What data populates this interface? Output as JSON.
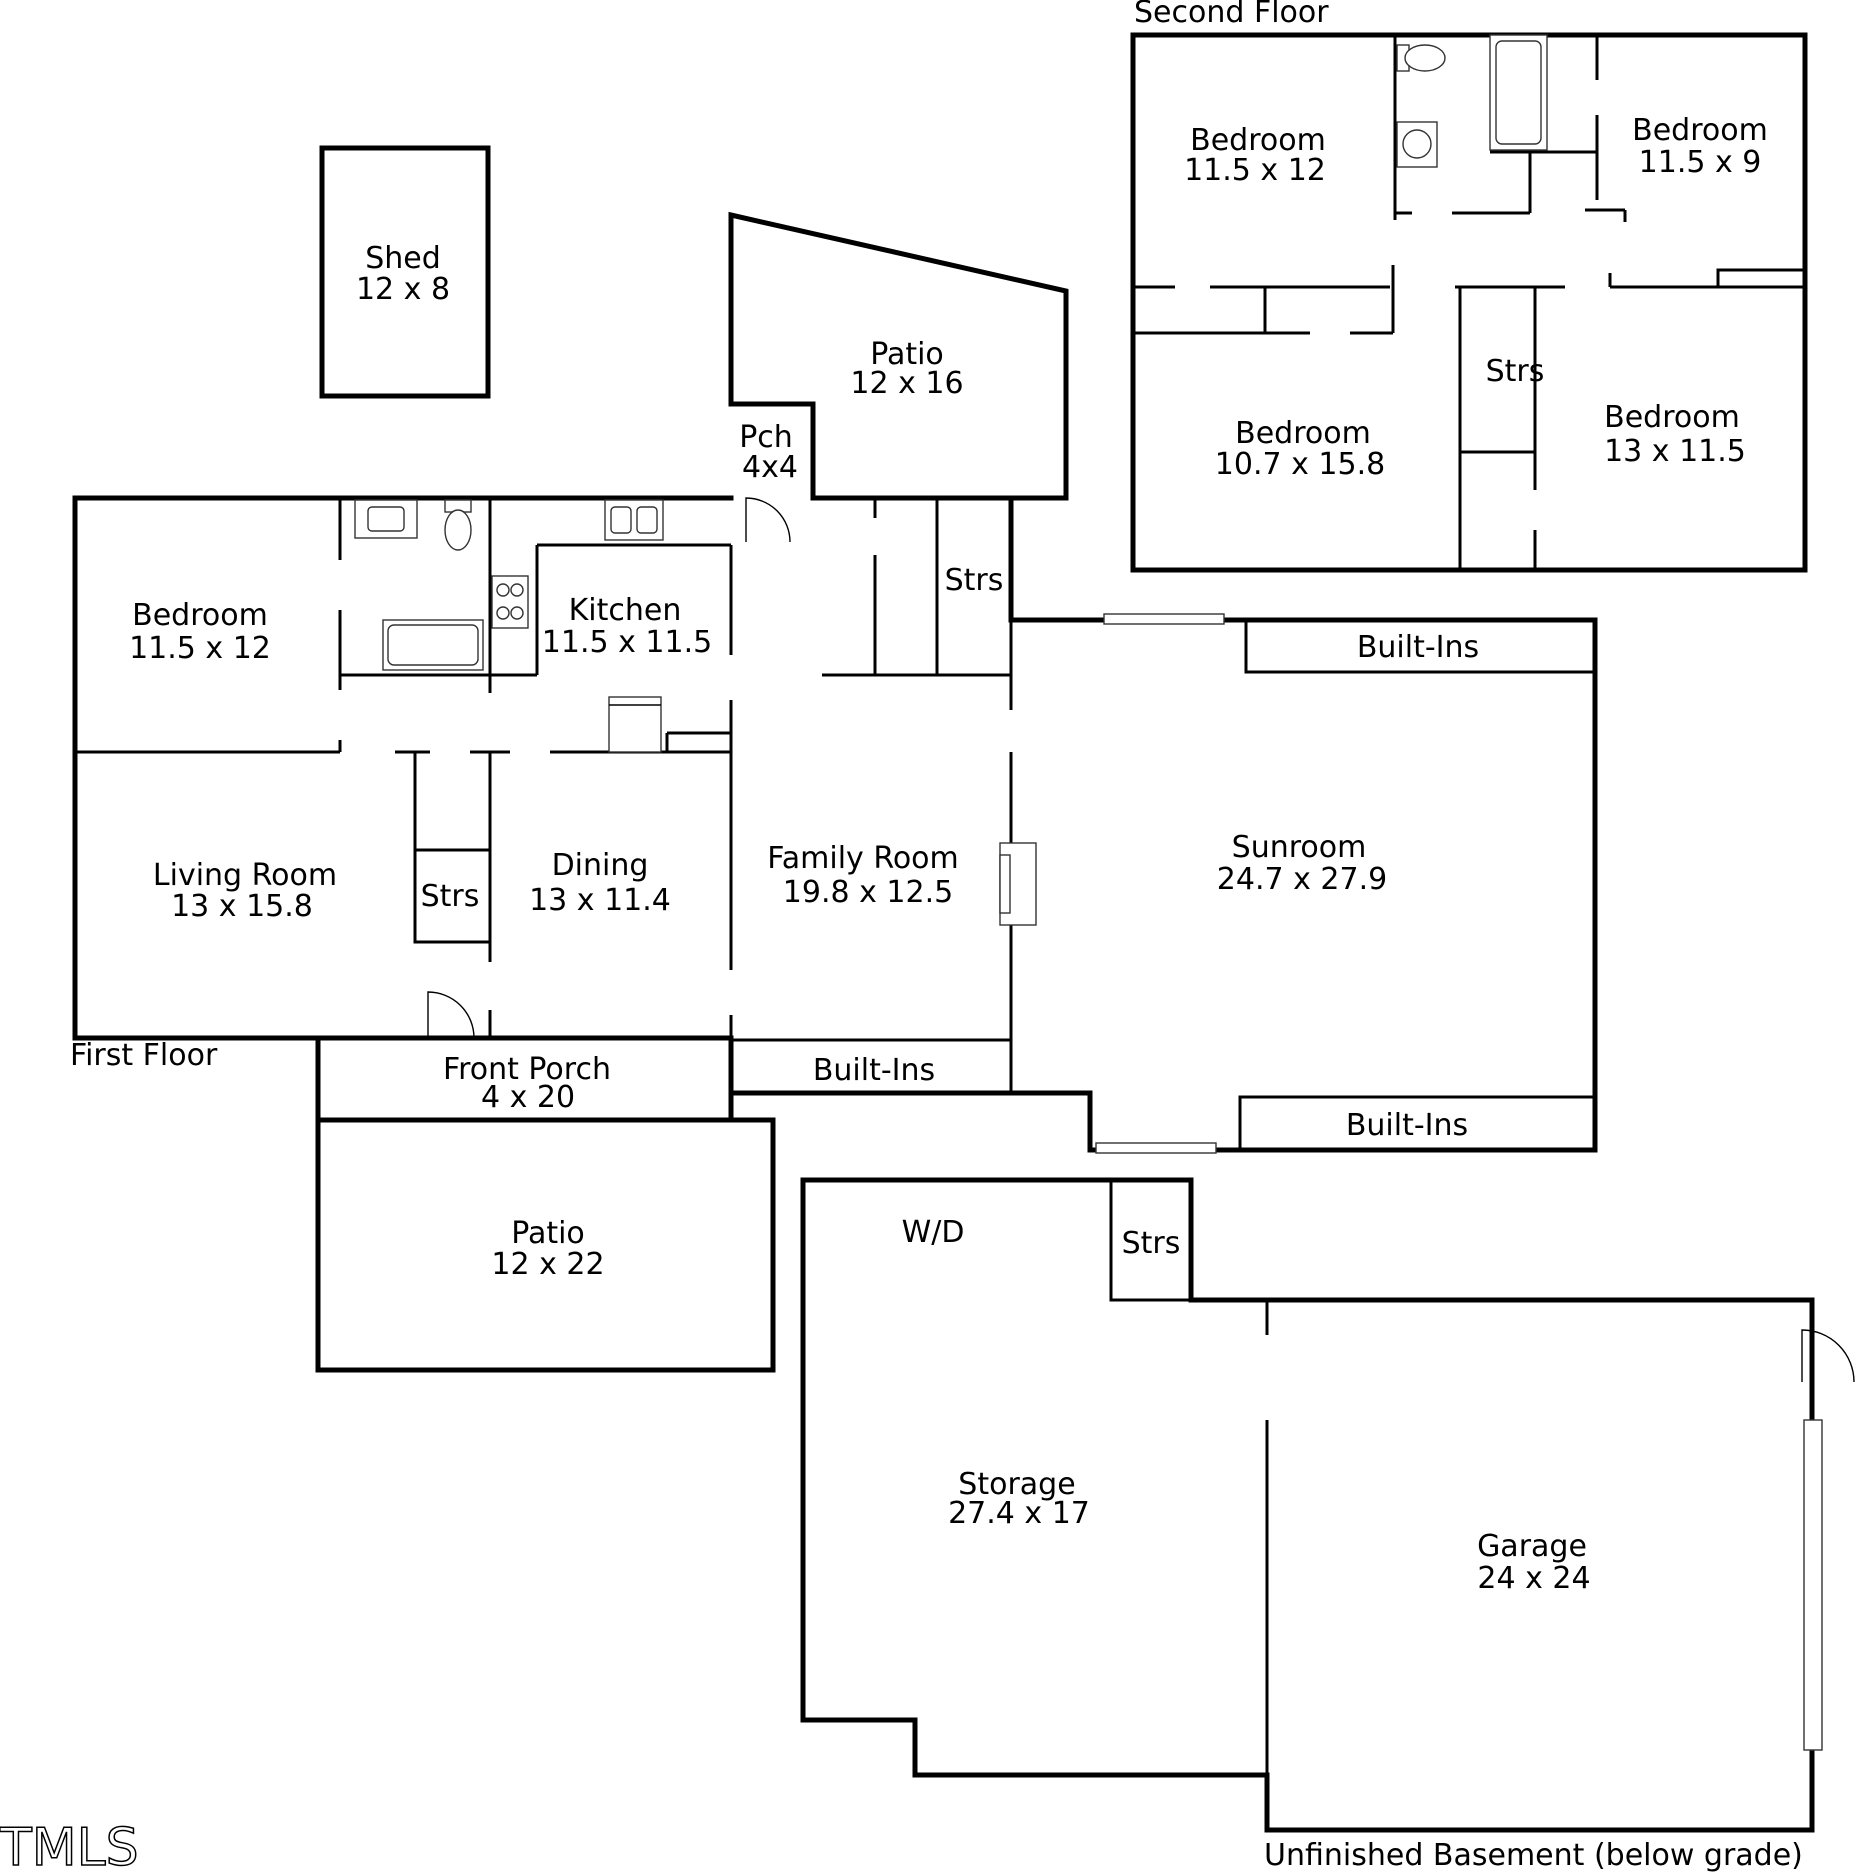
{
  "floors": {
    "first": "First Floor",
    "second": "Second Floor",
    "basement": "Unfinished Basement (below grade)"
  },
  "watermark": "TMLS",
  "rooms": {
    "shed": {
      "name": "Shed",
      "dims": "12 x 8"
    },
    "patio_back": {
      "name": "Patio",
      "dims": "12 x 16"
    },
    "porch_small": {
      "name": "Pch",
      "dims": "4x4"
    },
    "bedroom_first": {
      "name": "Bedroom",
      "dims": "11.5 x 12"
    },
    "kitchen": {
      "name": "Kitchen",
      "dims": "11.5 x 11.5"
    },
    "stairs_first_top": {
      "name": "Strs"
    },
    "living_room": {
      "name": "Living Room",
      "dims": "13 x 15.8"
    },
    "stairs_first_mid": {
      "name": "Strs"
    },
    "dining": {
      "name": "Dining",
      "dims": "13 x 11.4"
    },
    "family_room": {
      "name": "Family Room",
      "dims": "19.8 x 12.5"
    },
    "sunroom": {
      "name": "Sunroom",
      "dims": "24.7 x 27.9"
    },
    "builtins_sun_top": {
      "name": "Built-Ins"
    },
    "builtins_family": {
      "name": "Built-Ins"
    },
    "builtins_sun_bottom": {
      "name": "Built-Ins"
    },
    "front_porch": {
      "name": "Front Porch",
      "dims": "4 x 20"
    },
    "patio_front": {
      "name": "Patio",
      "dims": "12 x 22"
    },
    "bedroom_2a": {
      "name": "Bedroom",
      "dims": "11.5 x 12"
    },
    "bedroom_2b": {
      "name": "Bedroom",
      "dims": "11.5 x 9"
    },
    "bedroom_2c": {
      "name": "Bedroom",
      "dims": "10.7 x 15.8"
    },
    "bedroom_2d": {
      "name": "Bedroom",
      "dims": "13 x 11.5"
    },
    "stairs_second": {
      "name": "Strs"
    },
    "wd": {
      "name": "W/D"
    },
    "stairs_basement": {
      "name": "Strs"
    },
    "storage": {
      "name": "Storage",
      "dims": "27.4 x 17"
    },
    "garage": {
      "name": "Garage",
      "dims": "24 x 24"
    }
  },
  "icons": [
    "sink-icon",
    "toilet-icon",
    "bathtub-icon",
    "stove-icon",
    "double-sink-icon",
    "refrigerator-icon",
    "fireplace-icon",
    "door-swing-icon",
    "sliding-door-icon"
  ]
}
